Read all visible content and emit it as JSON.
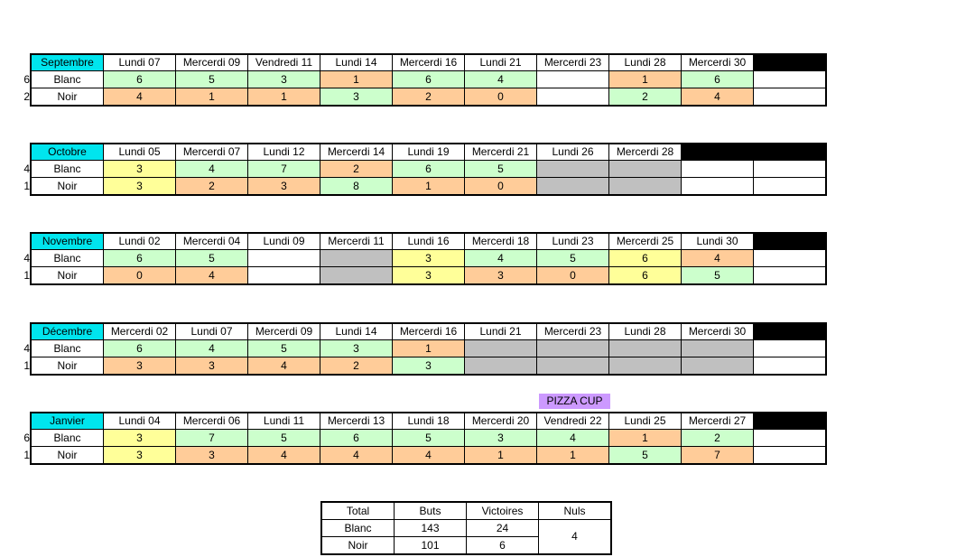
{
  "colors": {
    "month_header": "#00e5ee",
    "win": "#ccffcc",
    "loss": "#ffcc99",
    "draw": "#ffff99",
    "cancelled": "#c0c0c0",
    "pizza_cup": "#cc99ff"
  },
  "row_labels": {
    "blanc": "Blanc",
    "noir": "Noir"
  },
  "months": [
    {
      "name": "Septembre",
      "wins": {
        "blanc": "6",
        "noir": "2"
      },
      "days": [
        "Lundi 07",
        "Mercerdi 09",
        "Vendredi 11",
        "Lundi 14",
        "Mercerdi 16",
        "Lundi 21",
        "Mercerdi 23",
        "Lundi 28",
        "Mercerdi 30",
        ""
      ],
      "blanc": [
        "6",
        "5",
        "3",
        "1",
        "6",
        "4",
        "",
        "1",
        "6",
        ""
      ],
      "noir": [
        "4",
        "1",
        "1",
        "3",
        "2",
        "0",
        "",
        "2",
        "4",
        ""
      ],
      "blanc_state": [
        "g",
        "g",
        "g",
        "o",
        "g",
        "g",
        "w",
        "o",
        "g",
        "w"
      ],
      "noir_state": [
        "o",
        "o",
        "o",
        "g",
        "o",
        "o",
        "w",
        "g",
        "o",
        "w"
      ],
      "head_state": [
        "h",
        "h",
        "h",
        "h",
        "h",
        "h",
        "h",
        "h",
        "h",
        "d"
      ]
    },
    {
      "name": "Octobre",
      "wins": {
        "blanc": "4",
        "noir": "1"
      },
      "days": [
        "Lundi 05",
        "Mercerdi 07",
        "Lundi 12",
        "Mercerdi 14",
        "Lundi 19",
        "Mercerdi 21",
        "Lundi 26",
        "Mercerdi 28",
        "",
        ""
      ],
      "blanc": [
        "3",
        "4",
        "7",
        "2",
        "6",
        "5",
        "",
        "",
        "",
        ""
      ],
      "noir": [
        "3",
        "2",
        "3",
        "8",
        "1",
        "0",
        "",
        "",
        "",
        ""
      ],
      "blanc_state": [
        "y",
        "g",
        "g",
        "o",
        "g",
        "g",
        "x",
        "x",
        "w",
        "w"
      ],
      "noir_state": [
        "y",
        "o",
        "o",
        "g",
        "o",
        "o",
        "x",
        "x",
        "w",
        "w"
      ],
      "head_state": [
        "h",
        "h",
        "h",
        "h",
        "h",
        "h",
        "h",
        "h",
        "d",
        "d"
      ]
    },
    {
      "name": "Novembre",
      "wins": {
        "blanc": "4",
        "noir": "1"
      },
      "days": [
        "Lundi 02",
        "Mercerdi 04",
        "Lundi 09",
        "Mercerdi 11",
        "Lundi 16",
        "Mercerdi 18",
        "Lundi 23",
        "Mercerdi 25",
        "Lundi 30",
        ""
      ],
      "blanc": [
        "6",
        "5",
        "",
        "",
        "3",
        "4",
        "5",
        "6",
        "4",
        ""
      ],
      "noir": [
        "0",
        "4",
        "",
        "",
        "3",
        "3",
        "0",
        "6",
        "5",
        ""
      ],
      "blanc_state": [
        "g",
        "g",
        "w",
        "x",
        "y",
        "g",
        "g",
        "y",
        "o",
        "w"
      ],
      "noir_state": [
        "o",
        "o",
        "w",
        "x",
        "y",
        "o",
        "o",
        "y",
        "g",
        "w"
      ],
      "head_state": [
        "h",
        "h",
        "h",
        "h",
        "h",
        "h",
        "h",
        "h",
        "h",
        "d"
      ]
    },
    {
      "name": "Décembre",
      "wins": {
        "blanc": "4",
        "noir": "1"
      },
      "days": [
        "Mercerdi 02",
        "Lundi 07",
        "Mercerdi 09",
        "Lundi 14",
        "Mercerdi 16",
        "Lundi 21",
        "Mercerdi 23",
        "Lundi 28",
        "Mercerdi 30",
        ""
      ],
      "blanc": [
        "6",
        "4",
        "5",
        "3",
        "1",
        "",
        "",
        "",
        "",
        ""
      ],
      "noir": [
        "3",
        "3",
        "4",
        "2",
        "3",
        "",
        "",
        "",
        "",
        ""
      ],
      "blanc_state": [
        "g",
        "g",
        "g",
        "g",
        "o",
        "x",
        "x",
        "x",
        "x",
        "w"
      ],
      "noir_state": [
        "o",
        "o",
        "o",
        "o",
        "g",
        "x",
        "x",
        "x",
        "x",
        "w"
      ],
      "head_state": [
        "h",
        "h",
        "h",
        "h",
        "h",
        "h",
        "h",
        "h",
        "h",
        "d"
      ]
    },
    {
      "name": "Janvier",
      "wins": {
        "blanc": "6",
        "noir": "1"
      },
      "days": [
        "Lundi 04",
        "Mercerdi 06",
        "Lundi 11",
        "Mercerdi 13",
        "Lundi 18",
        "Mercerdi 20",
        "Vendredi 22",
        "Lundi 25",
        "Mercerdi 27",
        ""
      ],
      "blanc": [
        "3",
        "7",
        "5",
        "6",
        "5",
        "3",
        "4",
        "1",
        "2",
        ""
      ],
      "noir": [
        "3",
        "3",
        "4",
        "4",
        "4",
        "1",
        "1",
        "5",
        "7",
        ""
      ],
      "blanc_state": [
        "y",
        "g",
        "g",
        "g",
        "g",
        "g",
        "g",
        "o",
        "g",
        "w"
      ],
      "noir_state": [
        "y",
        "o",
        "o",
        "o",
        "o",
        "o",
        "o",
        "g",
        "o",
        "w"
      ],
      "head_state": [
        "h",
        "h",
        "h",
        "h",
        "h",
        "h",
        "h",
        "h",
        "h",
        "d"
      ]
    }
  ],
  "pizza_cup": "PIZZA CUP",
  "totals": {
    "headers": [
      "Total",
      "Buts",
      "Victoires",
      "Nuls"
    ],
    "blanc": {
      "label": "Blanc",
      "buts": "143",
      "victoires": "24"
    },
    "noir": {
      "label": "Noir",
      "buts": "101",
      "victoires": "6"
    },
    "nuls": "4"
  }
}
